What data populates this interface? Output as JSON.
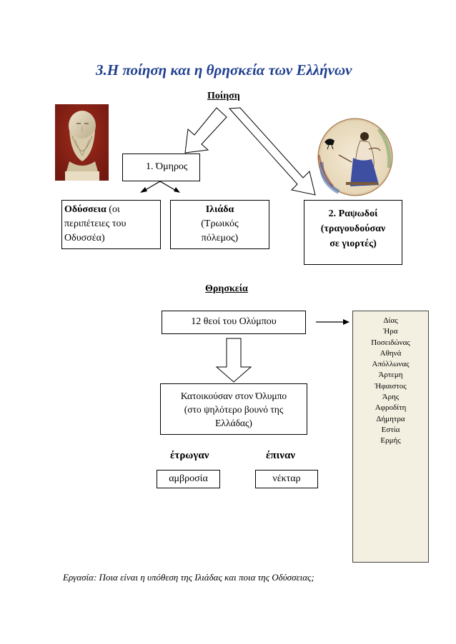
{
  "title": "3.Η ποίηση και η θρησκεία των Ελλήνων",
  "poetry": {
    "heading": "Ποίηση",
    "homer": "1.  Όμηρος",
    "odyssey_title": "Οδύσσεια",
    "odyssey_rest": " (οι",
    "odyssey_line2": "περιπέτειες του",
    "odyssey_line3": "Οδυσσέα)",
    "iliad_title": "Ιλιάδα",
    "iliad_line2": "(Τρωικός",
    "iliad_line3": "πόλεμος)",
    "rhapsodes_line1": "2. Ραψωδοί",
    "rhapsodes_line2": "(τραγουδούσαν",
    "rhapsodes_line3": "σε γιορτές)"
  },
  "religion": {
    "heading": "Θρησκεία",
    "olympians": "12 θεοί του Ολύμπου",
    "lived_line1": "Κατοικούσαν στον Όλυμπο",
    "lived_line2": "(στο ψηλότερο βουνό της",
    "lived_line3": "Ελλάδας)",
    "ate": "έτρωγαν",
    "drank": "έπιναν",
    "ambrosia": "αμβροσία",
    "nectar": "νέκταρ",
    "gods": [
      "Δίας",
      "Ήρα",
      "Ποσειδώνας",
      "Αθηνά",
      "Απόλλωνας",
      "Άρτεμη",
      "Ήφαιστος",
      "Άρης",
      "Αφροδίτη",
      "Δήμητρα",
      "Εστία",
      "Ερμής"
    ]
  },
  "task": "Εργασία: Ποια είναι η υπόθεση της Ιλιάδας και ποια της Οδύσσειας;"
}
